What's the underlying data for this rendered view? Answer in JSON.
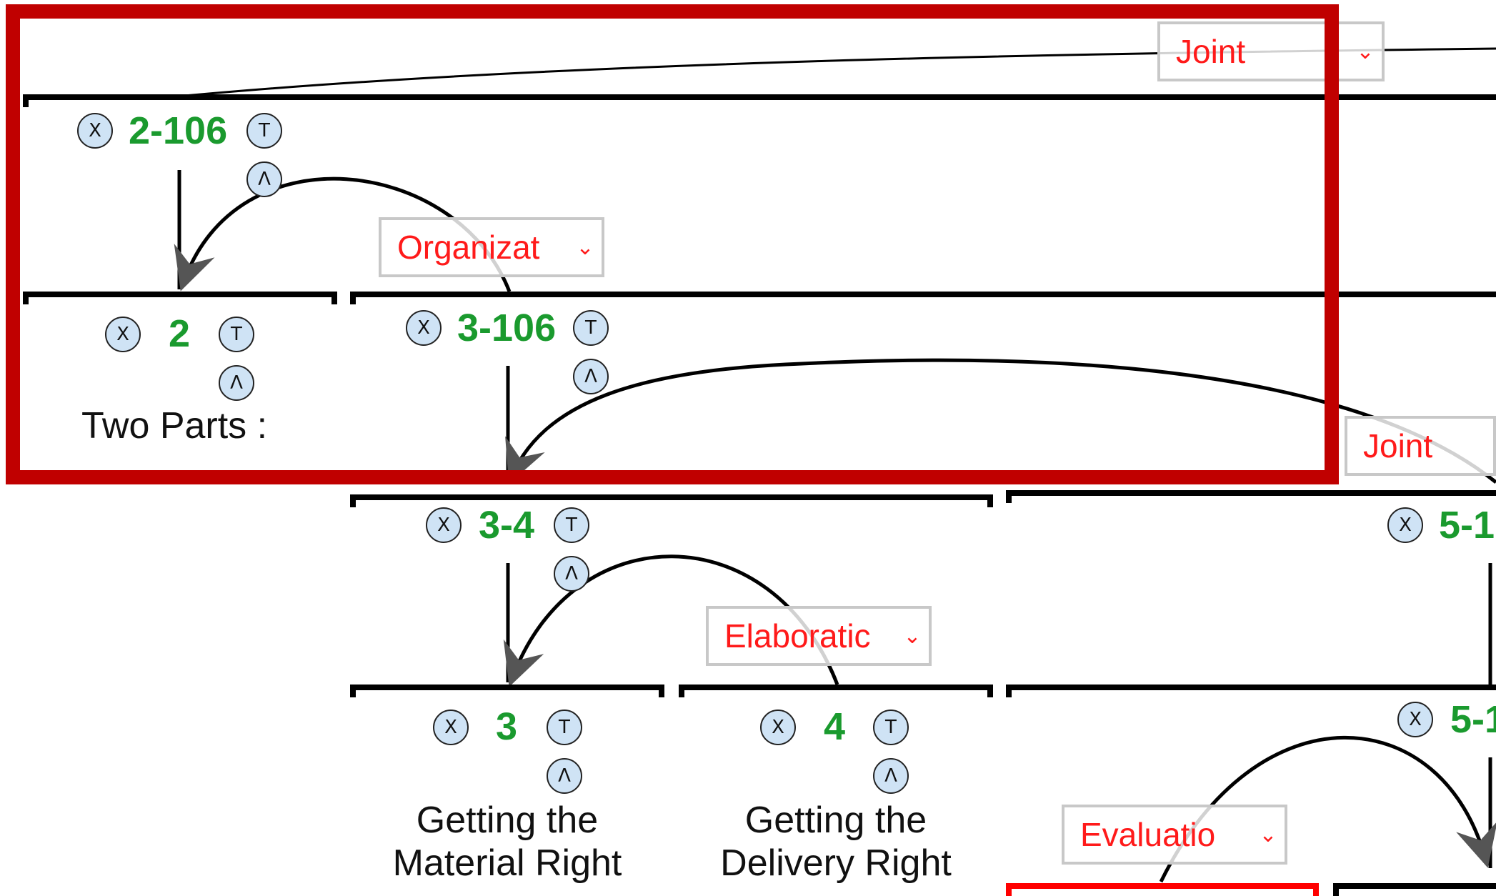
{
  "relations": {
    "joint_top": "Joint",
    "organization": "Organizat",
    "joint_right": "Joint",
    "elaboration": "Elaboratic",
    "evaluation": "Evaluatio"
  },
  "nodes": {
    "n2_106": {
      "id": "2-106"
    },
    "n2": {
      "id": "2",
      "text": "Two Parts :"
    },
    "n3_106": {
      "id": "3-106"
    },
    "n3_4": {
      "id": "3-4"
    },
    "n3": {
      "id": "3",
      "text_line1": "Getting the",
      "text_line2": "Material Right"
    },
    "n4": {
      "id": "4",
      "text_line1": "Getting the",
      "text_line2": "Delivery Right"
    },
    "n5_a": {
      "id": "5-1"
    },
    "n5_b": {
      "id": "5-1"
    }
  },
  "button_glyphs": {
    "delete": "X",
    "text": "T",
    "up": "Λ"
  },
  "colors": {
    "node_id": "#1a9a2e",
    "relation": "#ff1a1a",
    "selection": "#c00000",
    "button_bg": "#cfe3f5"
  }
}
